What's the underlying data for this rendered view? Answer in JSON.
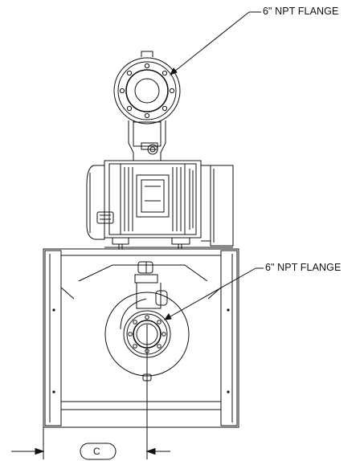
{
  "callouts": {
    "upper_flange": "6\" NPT FLANGE",
    "lower_flange": "6\" NPT FLANGE"
  },
  "dimension": {
    "label": "C"
  },
  "colors": {
    "line": "#111111",
    "background": "#ffffff"
  }
}
